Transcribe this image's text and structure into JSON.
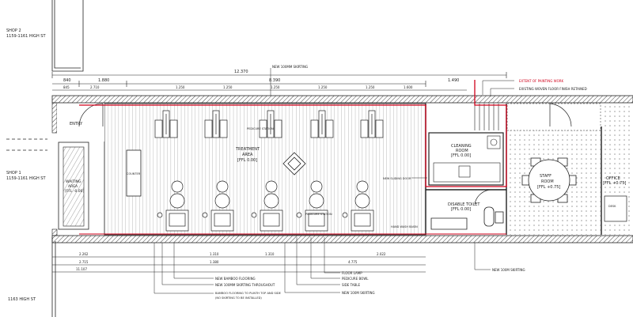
{
  "neighbours": {
    "shop2_name": "SHOP 2",
    "shop2_addr": "1159-1161 HIGH ST",
    "shop1_name": "SHOP 1",
    "shop1_addr": "1159-1161 HIGH ST",
    "south_addr": "1163 HIGH ST"
  },
  "rooms": {
    "entry": "ENTRY",
    "waiting_name": "WAITING",
    "waiting_area": "AREA",
    "waiting_level": "[FFL -0.00]",
    "treatment_name": "TREATMENT",
    "treatment_area": "AREA",
    "treatment_level": "[FFL 0.00]",
    "cleaning_name": "CLEANING",
    "cleaning_room": "ROOM",
    "cleaning_level": "[FFL 0.00]",
    "staff_name": "STAFF",
    "staff_room": "ROOM",
    "staff_level": "[FFL +0.75]",
    "office_name": "OFFICE",
    "office_level": "[FFL +0.75]",
    "toilet_name": "DISABLE TOILET",
    "toilet_level": "[FFL 0.00]",
    "desk": "DESK",
    "counter": "COUNTER",
    "pedicure_station_a": "PEDICURE STATION",
    "pedicure_station_b": "PEDICURE STATION",
    "hand_wash": "HAND WASH BASIN"
  },
  "dimensions": {
    "overall": "12.370",
    "top": [
      "840",
      "1.880",
      "8.390",
      "1.490"
    ],
    "sub": [
      "845",
      "2.710",
      "1.250",
      "1.250",
      "1.250",
      "1.250",
      "1.250",
      "1.600"
    ],
    "bottom1": [
      "2.262",
      "1.310",
      "1.310",
      "2.022"
    ],
    "bottom2": [
      "2.715",
      "1.380",
      "4.775"
    ],
    "bottom3": "11.107"
  },
  "annotations": {
    "skirting_top": "NEW 100MM SKIRTING",
    "extent_painting": "EXTENT OF PAINTING WORK",
    "existing_floor": "EXISTING WOVEN FLOOR FINISH RETAINED",
    "sliding_door": "NEW SLIDING DOOR",
    "skirting_right": "NEW 100M SKIRTING",
    "bamboo_flooring": "NEW BAMBOO FLOORING",
    "skirting_throughout": "NEW 100MM SKIRTING THROUGHOUT",
    "bamboo_plinth_1": "BAMBOO FLOORING TO PLINTH TOP AND SIDE",
    "bamboo_plinth_2": "(NO SKIRTING TO BE INSTALLED)",
    "floor_lamp": "FLOOR LAMP",
    "pedicure_bowl": "PEDICURE BOWL",
    "side_table": "SIDE TABLE",
    "skirting_bottom": "NEW 100M SKIRTING"
  },
  "colors": {
    "line": "#222222",
    "painting_extent": "#d0021b",
    "hatch": "#444444"
  }
}
